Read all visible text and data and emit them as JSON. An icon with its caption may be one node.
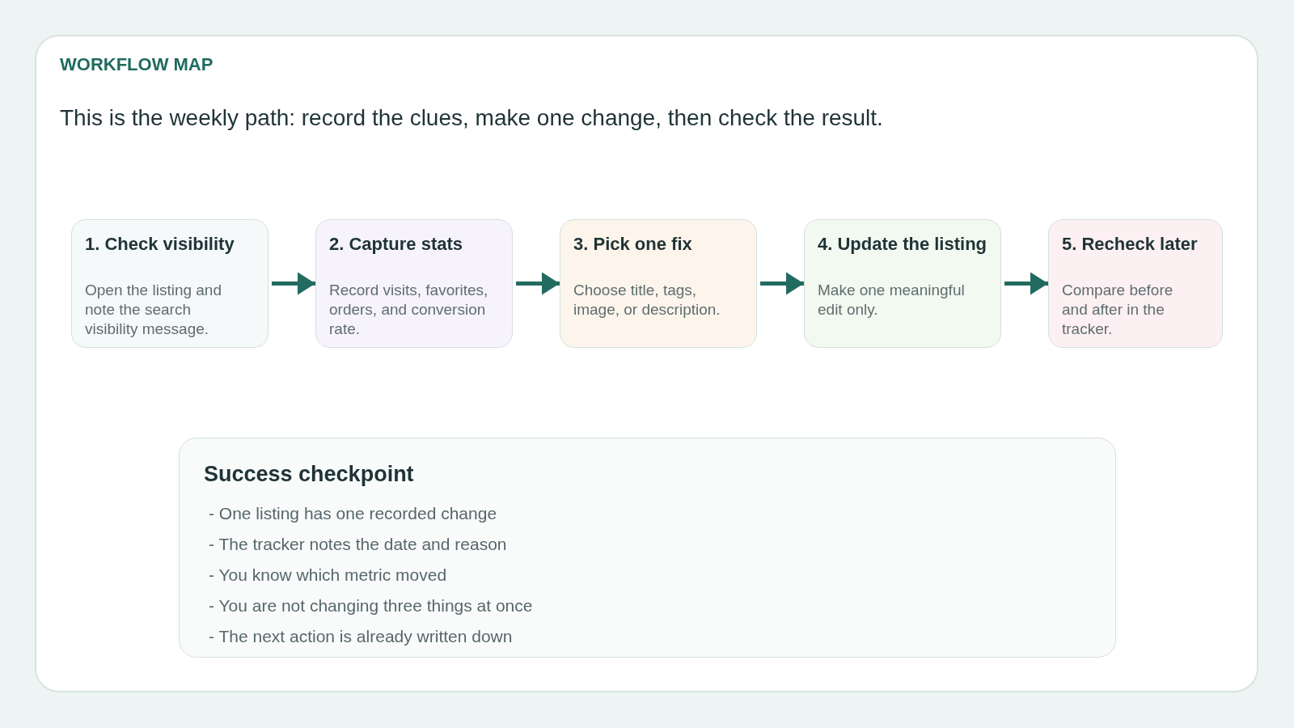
{
  "diagram": {
    "title": "WORKFLOW MAP",
    "nodes": [
      {
        "text": [
          "1. Check visibility",
          "Open the listing and note the search visibility message."
        ]
      },
      {
        "text": [
          "2. Capture stats",
          "Record visits, favorites, orders, and conversion rate."
        ]
      },
      {
        "text": [
          "3. Pick one fix",
          "Choose title, tags, image, or description."
        ]
      },
      {
        "text": [
          "4. Update the listing",
          "Make one meaningful edit only."
        ]
      },
      {
        "text": [
          "5. Recheck later",
          "Compare before and after in the tracker."
        ]
      },
      {
        "text": [
          "Success checkpoint",
          "- One listing has one recorded change",
          "- The tracker notes the date and reason",
          "- You know which metric moved",
          "- You are not changing three things at once",
          "- The next action is already written down"
        ]
      }
    ],
    "edges": [
      {
        "from": 0,
        "to": 1,
        "arrow": "to"
      },
      {
        "from": 1,
        "to": 2,
        "arrow": "to"
      },
      {
        "from": 2,
        "to": 3,
        "arrow": "to"
      },
      {
        "from": 3,
        "to": 4,
        "arrow": "to"
      }
    ],
    "labels": [
      "This is the weekly path: record the clues, make one change, then check the result."
    ]
  }
}
